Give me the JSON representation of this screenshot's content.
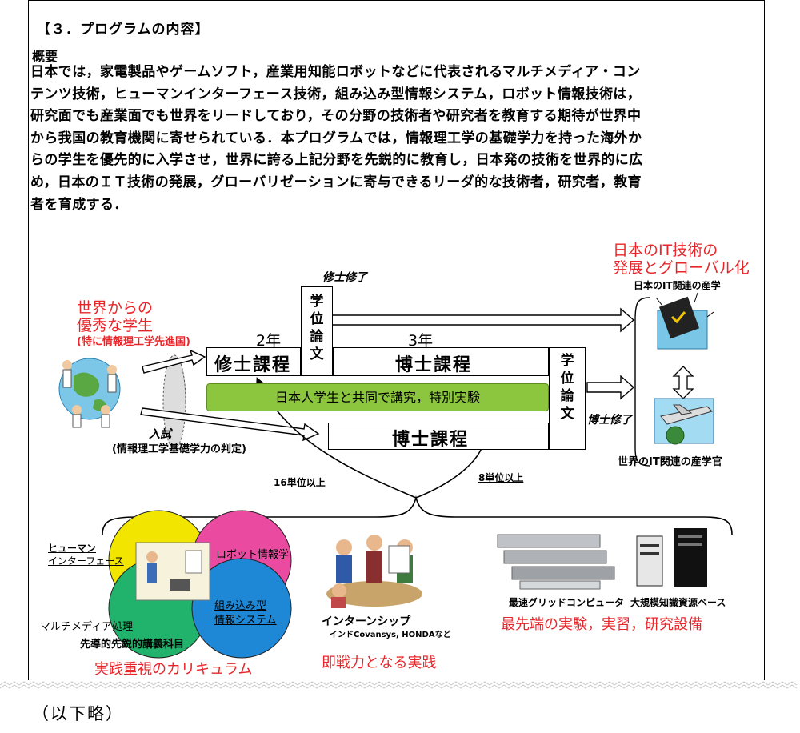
{
  "document": {
    "section_title": "【３．プログラムの内容】",
    "overview_heading": "概要",
    "overview_lines": [
      "日本では，家電製品やゲームソフト，産業用知能ロボットなどに代表されるマルチメディア・コン",
      "テンツ技術，ヒューマンインターフェース技術，組み込み型情報システム，ロボット情報技術は，",
      "研究面でも産業面でも世界をリードしており，その分野の技術者や研究者を教育する期待が世界中",
      "から我国の教育機関に寄せられている．本プログラムでは，情報理工学の基礎学力を持った海外か",
      "らの学生を優先的に入学させ，世界に誇る上記分野を先鋭的に教育し，日本発の技術を世界的に広",
      "め，日本のＩＴ技術の発展，グローバリゼーションに寄与できるリーダ的な技術者，研究者，教育",
      "者を育成する．"
    ],
    "omitted_note": "（以下略）"
  },
  "diagram": {
    "students_title_1": "世界からの",
    "students_title_2": "優秀な学生",
    "students_subtitle": "(特に情報理工学先進国)",
    "entrance_label": "入試",
    "entrance_sub": "(情報理工学基礎学力の判定)",
    "masters_done": "修士修了",
    "phd_done": "博士修了",
    "years_2": "2年",
    "years_3": "3年",
    "degree_thesis_1": "学位論文",
    "degree_thesis_2": "学位論文",
    "masters_course": "修士課程",
    "phd_course_1": "博士課程",
    "phd_course_2": "博士課程",
    "joint_study": "日本人学生と共同で講究，特別実験",
    "credits_16": "16単位以上",
    "credits_8": "8単位以上",
    "goal_title_1": "日本のIT技術の",
    "goal_title_2": "発展とグローバル化",
    "japan_industry": "日本のIT関連の産学",
    "world_industry": "世界のIT関連の産学官",
    "venn_human_1": "ヒューマン",
    "venn_human_2": "インターフェース",
    "venn_robot": "ロボット情報学",
    "venn_embedded_1": "組み込み型",
    "venn_embedded_2": "情報システム",
    "venn_multimedia": "マルチメディア処理",
    "curriculum_sub": "先導的先鋭的講義科目",
    "curriculum_title": "実践重視のカリキュラム",
    "internship": "インターンシップ",
    "internship_sub": "インドCovansys, HONDAなど",
    "practice_title": "即戦力となる実践",
    "grid_computer": "最速グリッドコンピュータ",
    "knowledge_base": "大規模知識資源ベース",
    "facilities_title": "最先端の実験，実習，研究設備"
  },
  "colors": {
    "accent_red": "#e8262a",
    "green_bar": "#8cc63f",
    "venn_yellow": "#f2e600",
    "venn_blue": "#1e88d6",
    "venn_green": "#21b36b",
    "venn_pink": "#ea4aa0"
  }
}
